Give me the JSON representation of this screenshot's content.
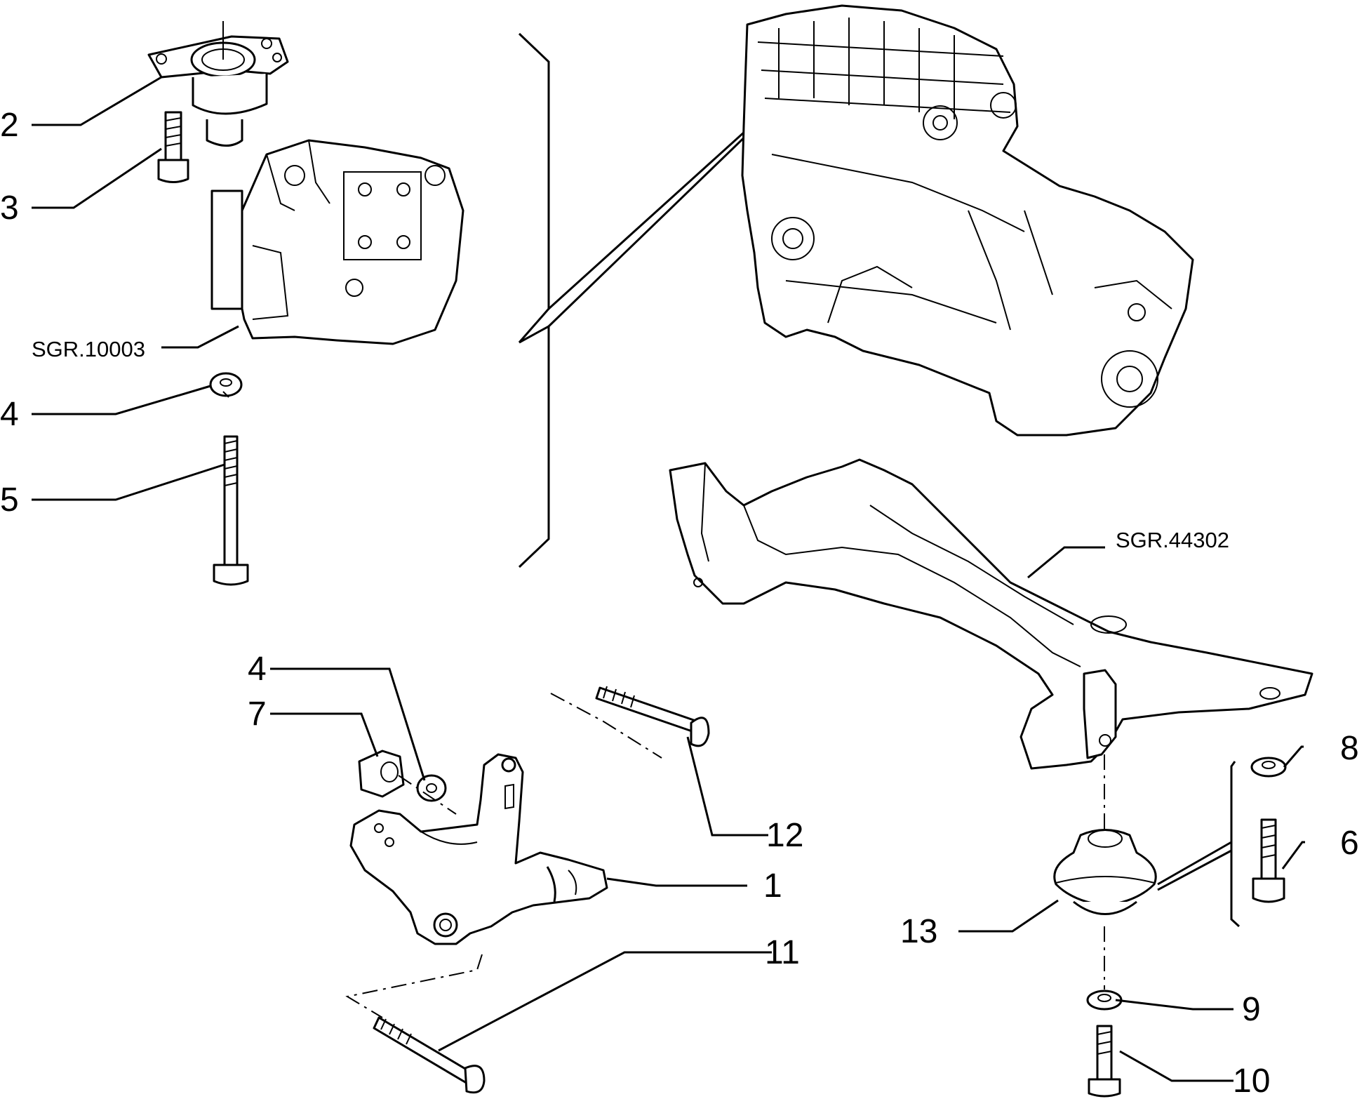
{
  "labels": {
    "l2": "2",
    "l3": "3",
    "ref_sgr10003": "SGR.10003",
    "l4_top": "4",
    "l5": "5",
    "l4_mid": "4",
    "l7": "7",
    "l12": "12",
    "l1": "1",
    "l11": "11",
    "ref_sgr44302": "SGR.44302",
    "l8": "8",
    "l6": "6",
    "l13": "13",
    "l9": "9",
    "l10": "10"
  },
  "parts": {
    "p1": "engine-mount-bracket",
    "p2": "upper-engine-mount",
    "p3": "upper-mount-bolt",
    "p4": "spring-washer",
    "p5": "long-through-bolt",
    "p6": "rubber-mount-bolt",
    "p7": "spacer-bush",
    "p8": "washer-upper",
    "p9": "washer-lower",
    "p10": "lower-mount-bolt",
    "p11": "bracket-pivot-bolt",
    "p12": "bracket-upper-bolt",
    "p13": "rubber-mount",
    "engine": "engine-gearbox-assembly",
    "subframe": "front-subframe",
    "gearbox_support": "gearbox-support"
  },
  "colors": {
    "ink": "#000000",
    "paper": "#ffffff"
  }
}
